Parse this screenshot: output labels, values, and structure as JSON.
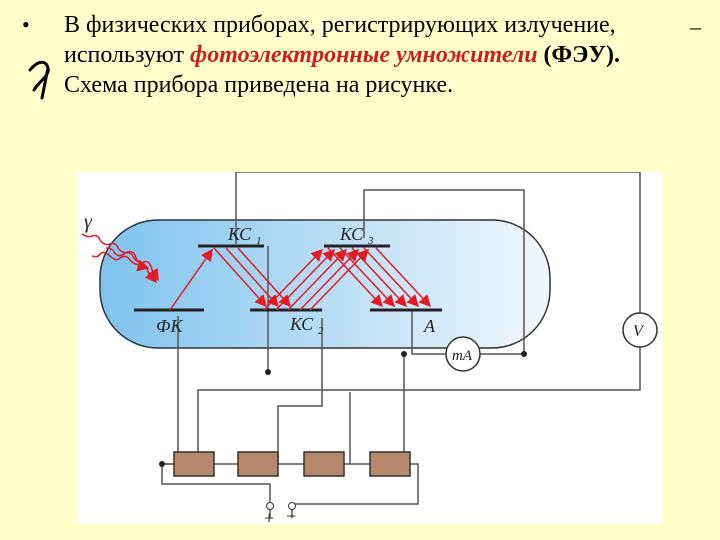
{
  "slide": {
    "bullet": "•",
    "text_before": "В физических приборах, регистрирующих излучение, используют ",
    "term": "фотоэлектронные умножители",
    "abbr": "(ФЭУ).",
    "text_after": " Схема прибора приведена на рисунке.",
    "corner_dash": "–"
  },
  "diagram": {
    "colors": {
      "tube_fill_start": "#7ec3ee",
      "tube_fill_end": "#f2f8fd",
      "beam": "#e01b24",
      "wire": "#555555",
      "battery": "#b5876b"
    },
    "labels": {
      "gamma": "γ",
      "photocathode": "ФК",
      "dynode1": "КС",
      "dynode1_sub": "1",
      "dynode2": "КС",
      "dynode2_sub": "2",
      "dynode3": "КС",
      "dynode3_sub": "3",
      "anode": "A",
      "milliammeter": "mA",
      "voltmeter": "V",
      "plus": "+",
      "minus": "−"
    }
  }
}
